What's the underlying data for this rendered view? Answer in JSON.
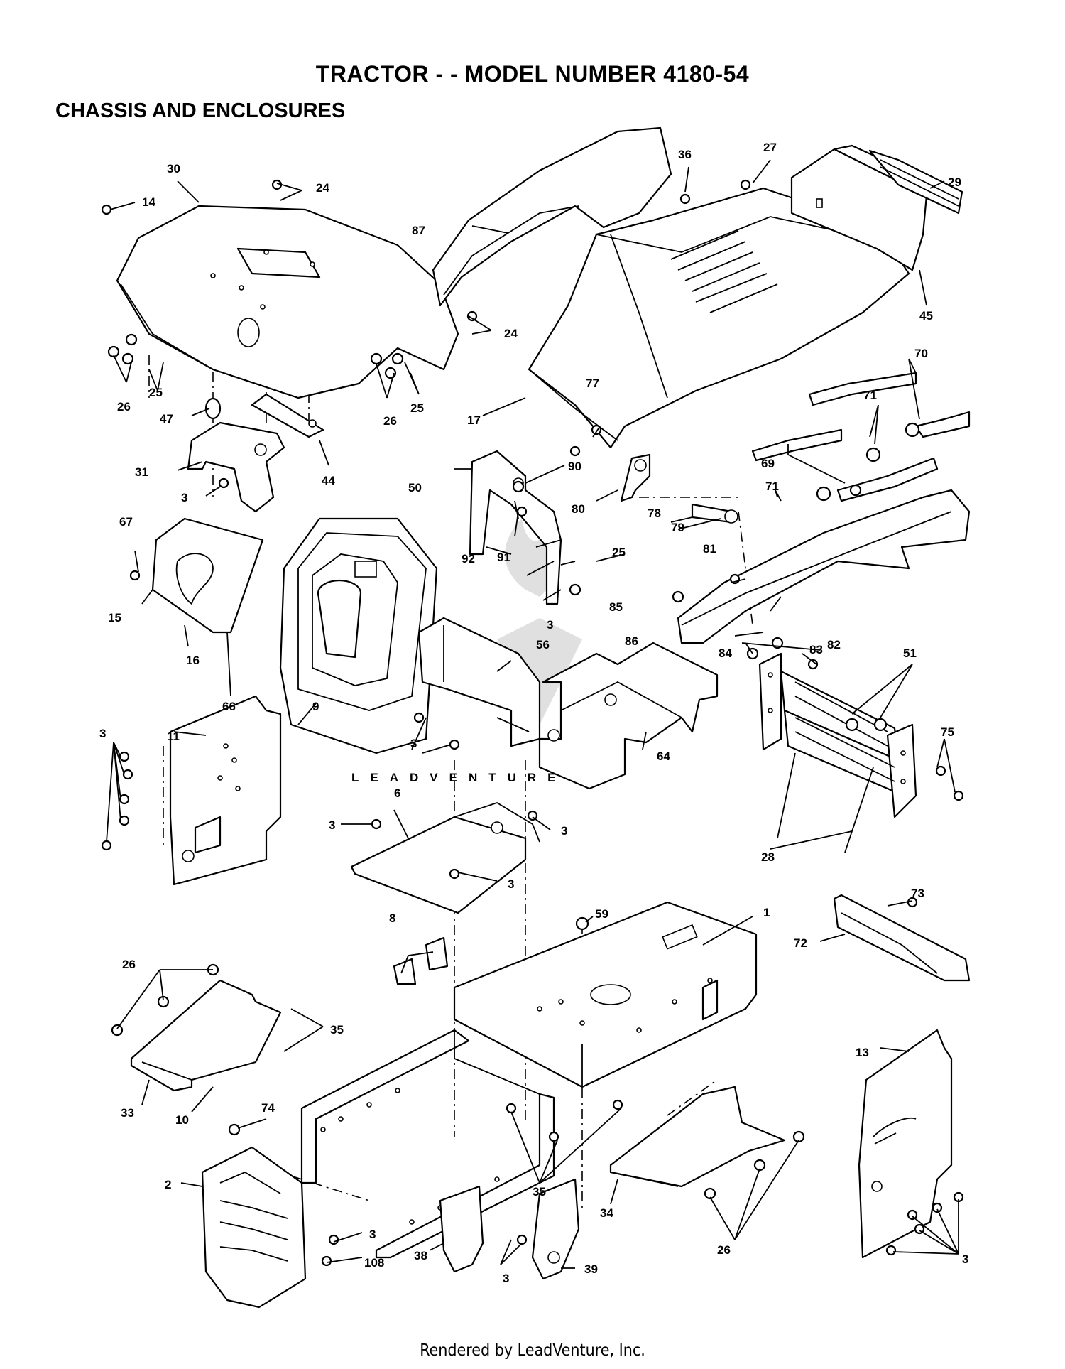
{
  "title": "TRACTOR - - MODEL NUMBER 4180-54",
  "subtitle": "CHASSIS AND ENCLOSURES",
  "footer": "Rendered by LeadVenture, Inc.",
  "watermark": "LEADVENTURE",
  "callouts": [
    {
      "id": "c1",
      "label": "1"
    },
    {
      "id": "c2",
      "label": "2"
    },
    {
      "id": "c3a",
      "label": "3"
    },
    {
      "id": "c3b",
      "label": "3"
    },
    {
      "id": "c3c",
      "label": "3"
    },
    {
      "id": "c3d",
      "label": "3"
    },
    {
      "id": "c3e",
      "label": "3"
    },
    {
      "id": "c3f",
      "label": "3"
    },
    {
      "id": "c3g",
      "label": "3"
    },
    {
      "id": "c3h",
      "label": "3"
    },
    {
      "id": "c3i",
      "label": "3"
    },
    {
      "id": "c3j",
      "label": "3"
    },
    {
      "id": "c6",
      "label": "6"
    },
    {
      "id": "c8",
      "label": "8"
    },
    {
      "id": "c9",
      "label": "9"
    },
    {
      "id": "c10",
      "label": "10"
    },
    {
      "id": "c11",
      "label": "11"
    },
    {
      "id": "c13",
      "label": "13"
    },
    {
      "id": "c14",
      "label": "14"
    },
    {
      "id": "c15",
      "label": "15"
    },
    {
      "id": "c16",
      "label": "16"
    },
    {
      "id": "c17",
      "label": "17"
    },
    {
      "id": "c24a",
      "label": "24"
    },
    {
      "id": "c24b",
      "label": "24"
    },
    {
      "id": "c25a",
      "label": "25"
    },
    {
      "id": "c25b",
      "label": "25"
    },
    {
      "id": "c25c",
      "label": "25"
    },
    {
      "id": "c26a",
      "label": "26"
    },
    {
      "id": "c26b",
      "label": "26"
    },
    {
      "id": "c26c",
      "label": "26"
    },
    {
      "id": "c26d",
      "label": "26"
    },
    {
      "id": "c27",
      "label": "27"
    },
    {
      "id": "c28",
      "label": "28"
    },
    {
      "id": "c29",
      "label": "29"
    },
    {
      "id": "c30",
      "label": "30"
    },
    {
      "id": "c31",
      "label": "31"
    },
    {
      "id": "c33",
      "label": "33"
    },
    {
      "id": "c34",
      "label": "34"
    },
    {
      "id": "c35a",
      "label": "35"
    },
    {
      "id": "c35b",
      "label": "35"
    },
    {
      "id": "c36",
      "label": "36"
    },
    {
      "id": "c38",
      "label": "38"
    },
    {
      "id": "c39",
      "label": "39"
    },
    {
      "id": "c44",
      "label": "44"
    },
    {
      "id": "c45",
      "label": "45"
    },
    {
      "id": "c47",
      "label": "47"
    },
    {
      "id": "c50",
      "label": "50"
    },
    {
      "id": "c51",
      "label": "51"
    },
    {
      "id": "c56",
      "label": "56"
    },
    {
      "id": "c59",
      "label": "59"
    },
    {
      "id": "c64",
      "label": "64"
    },
    {
      "id": "c66",
      "label": "66"
    },
    {
      "id": "c67",
      "label": "67"
    },
    {
      "id": "c69",
      "label": "69"
    },
    {
      "id": "c70",
      "label": "70"
    },
    {
      "id": "c71a",
      "label": "71"
    },
    {
      "id": "c71b",
      "label": "71"
    },
    {
      "id": "c72",
      "label": "72"
    },
    {
      "id": "c73",
      "label": "73"
    },
    {
      "id": "c74",
      "label": "74"
    },
    {
      "id": "c75",
      "label": "75"
    },
    {
      "id": "c77",
      "label": "77"
    },
    {
      "id": "c78",
      "label": "78"
    },
    {
      "id": "c79",
      "label": "79"
    },
    {
      "id": "c80",
      "label": "80"
    },
    {
      "id": "c81",
      "label": "81"
    },
    {
      "id": "c82",
      "label": "82"
    },
    {
      "id": "c83",
      "label": "83"
    },
    {
      "id": "c84",
      "label": "84"
    },
    {
      "id": "c85",
      "label": "85"
    },
    {
      "id": "c86",
      "label": "86"
    },
    {
      "id": "c87",
      "label": "87"
    },
    {
      "id": "c90",
      "label": "90"
    },
    {
      "id": "c91",
      "label": "91"
    },
    {
      "id": "c92",
      "label": "92"
    },
    {
      "id": "c108",
      "label": "108"
    }
  ]
}
